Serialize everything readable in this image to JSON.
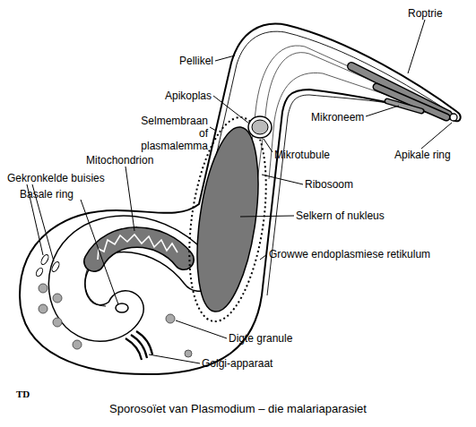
{
  "diagram": {
    "caption": "Sporosoïet van Plasmodium – die malariaparasiet",
    "labels": [
      "Roptrie",
      "Pellikel",
      "Apikoplas",
      "Selmembraan of plasmalemma",
      "Mikroneem",
      "Mitochondrion",
      "Mikrotubule",
      "Apikale ring",
      "Gekronkelde buisies",
      "Basale ring",
      "Ribosoom",
      "Selkern of nukleus",
      "Growwe endoplasmiese retikulum",
      "Digte granule",
      "Golgi-apparaat",
      "TD"
    ]
  }
}
